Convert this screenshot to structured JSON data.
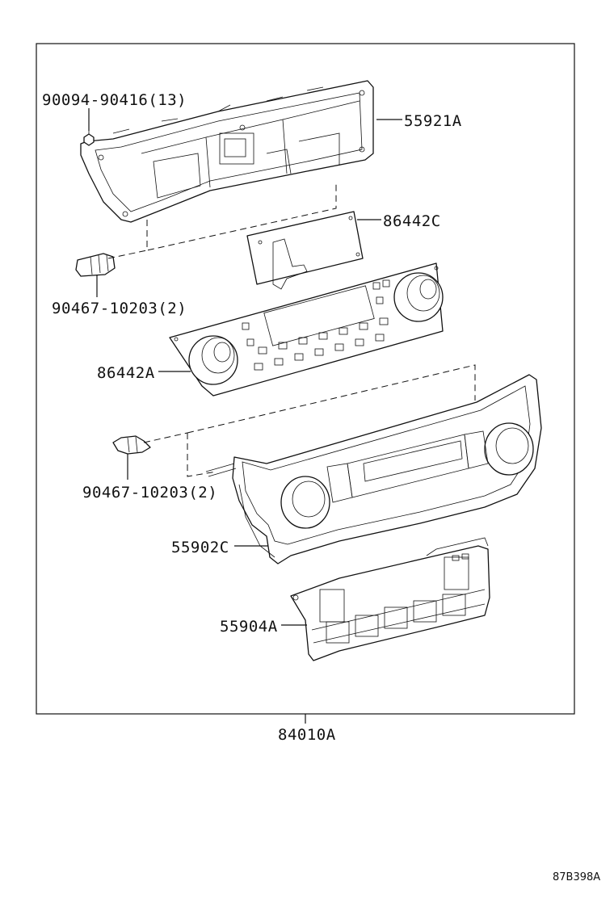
{
  "diagram": {
    "labels": {
      "screw": "90094-90416(13)",
      "frame": "55921A",
      "board_c": "86442C",
      "bulb_top": "90467-10203(2)",
      "control_board": "86442A",
      "bulb_bottom": "90467-10203(2)",
      "panel": "55902C",
      "switch_base": "55904A",
      "assembly": "84010A"
    },
    "figure_code": "87B398A"
  }
}
